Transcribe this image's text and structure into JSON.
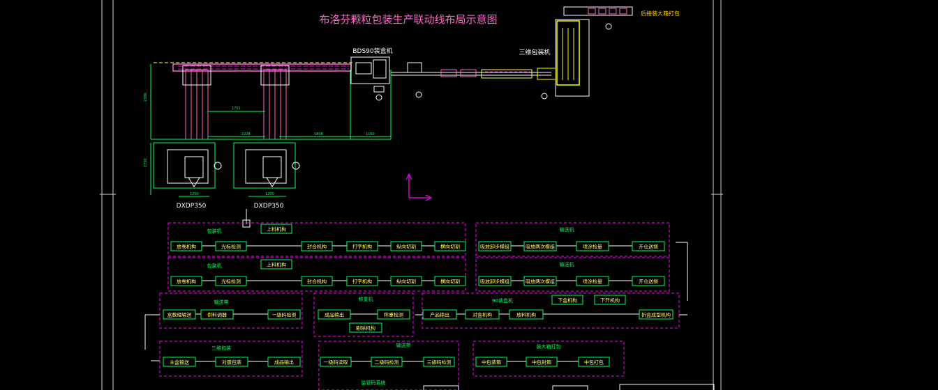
{
  "title": "布洛芬颗粒包装生产联动线布局示意图",
  "labels": {
    "cartoner": "BDS90装盒机",
    "wrapper": "三维包装机",
    "bundler": "后接装大箱打包",
    "machine_left": "DXDP350",
    "machine_right": "DXDP350"
  },
  "dimensions": [
    "2380",
    "1751",
    "2228",
    "1808",
    "1160",
    "1700",
    "1200"
  ],
  "flow_boxes": {
    "pack1": {
      "title": "包装机",
      "items": [
        "放卷机构",
        "光标检测",
        "封合机构",
        "打字机构",
        "纵向切割",
        "横向切割"
      ],
      "top": "上料机构"
    },
    "pack2": {
      "title": "包装机",
      "items": [
        "放卷机构",
        "光标检测",
        "封合机构",
        "打字机构",
        "纵向切割",
        "横向切割"
      ],
      "top": "上料机构"
    },
    "conv1": {
      "title": "输送机",
      "items": [
        "吸放卸步模组",
        "吸放两次模组",
        "喷涂检量",
        "开仓送袋"
      ]
    },
    "conv2": {
      "title": "输送机",
      "items": [
        "吸放卸步模组",
        "吸放两次模组",
        "喷涂检量",
        "开仓送袋"
      ]
    },
    "belt": {
      "title": "输送带",
      "items": [
        "盒数理输送",
        "供料调器",
        "一级码检测"
      ]
    },
    "weigh": {
      "title": "称重机",
      "items": [
        "成品输出",
        "称重检测"
      ],
      "bottom": "剔除机构"
    },
    "boxer": {
      "title": "90装盒机",
      "items": [
        "产品输出",
        "对盒机构",
        "放料机构",
        "折盒成型机构"
      ],
      "top1": "下盒机构",
      "top2": "下开机构"
    },
    "wrap3d": {
      "title": "三维包装",
      "items": [
        "主盒输送",
        "对膜包装",
        "成品输出"
      ]
    },
    "belt2": {
      "title": "输送带",
      "items": [
        "一级码读取",
        "二级码检测",
        "三级码检测"
      ],
      "bottom": "监管码系统"
    },
    "bigbox": {
      "title": "装大箱打包",
      "items": [
        "中包装箱",
        "中包封箱",
        "中包打包"
      ]
    }
  }
}
